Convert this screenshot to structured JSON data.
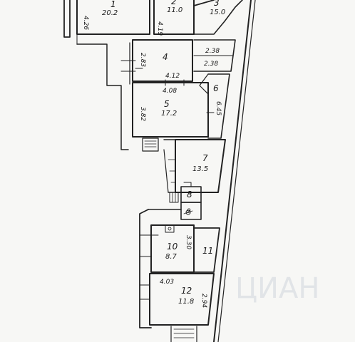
{
  "rooms": [
    {
      "id": "1",
      "num": "1",
      "area": "20.2"
    },
    {
      "id": "2",
      "num": "2",
      "area": "11.0"
    },
    {
      "id": "3",
      "num": "3",
      "area": "15.0"
    },
    {
      "id": "4",
      "num": "4",
      "area": ""
    },
    {
      "id": "5",
      "num": "5",
      "area": "17.2"
    },
    {
      "id": "6",
      "num": "6",
      "area": ""
    },
    {
      "id": "7",
      "num": "7",
      "area": "13.5"
    },
    {
      "id": "8",
      "num": "8",
      "area": ""
    },
    {
      "id": "9",
      "num": "9",
      "area": ""
    },
    {
      "id": "10",
      "num": "10",
      "area": "8.7"
    },
    {
      "id": "11",
      "num": "11",
      "area": ""
    },
    {
      "id": "12",
      "num": "12",
      "area": "11.8"
    }
  ],
  "dimensions": {
    "d_1_side": "4.26",
    "d_2_side": "4.19",
    "d_4_side": "2.83",
    "d_4_bottom": "4.12",
    "d_5_top": "4.08",
    "d_5_side": "3.82",
    "d_2_38_a": "2.38",
    "d_2_38_b": "2.38",
    "d_6_side": "6.45",
    "d_10_side": "3.30",
    "d_12_top": "4.03",
    "d_12_side": "2.94"
  },
  "watermark": "ЦИАН"
}
